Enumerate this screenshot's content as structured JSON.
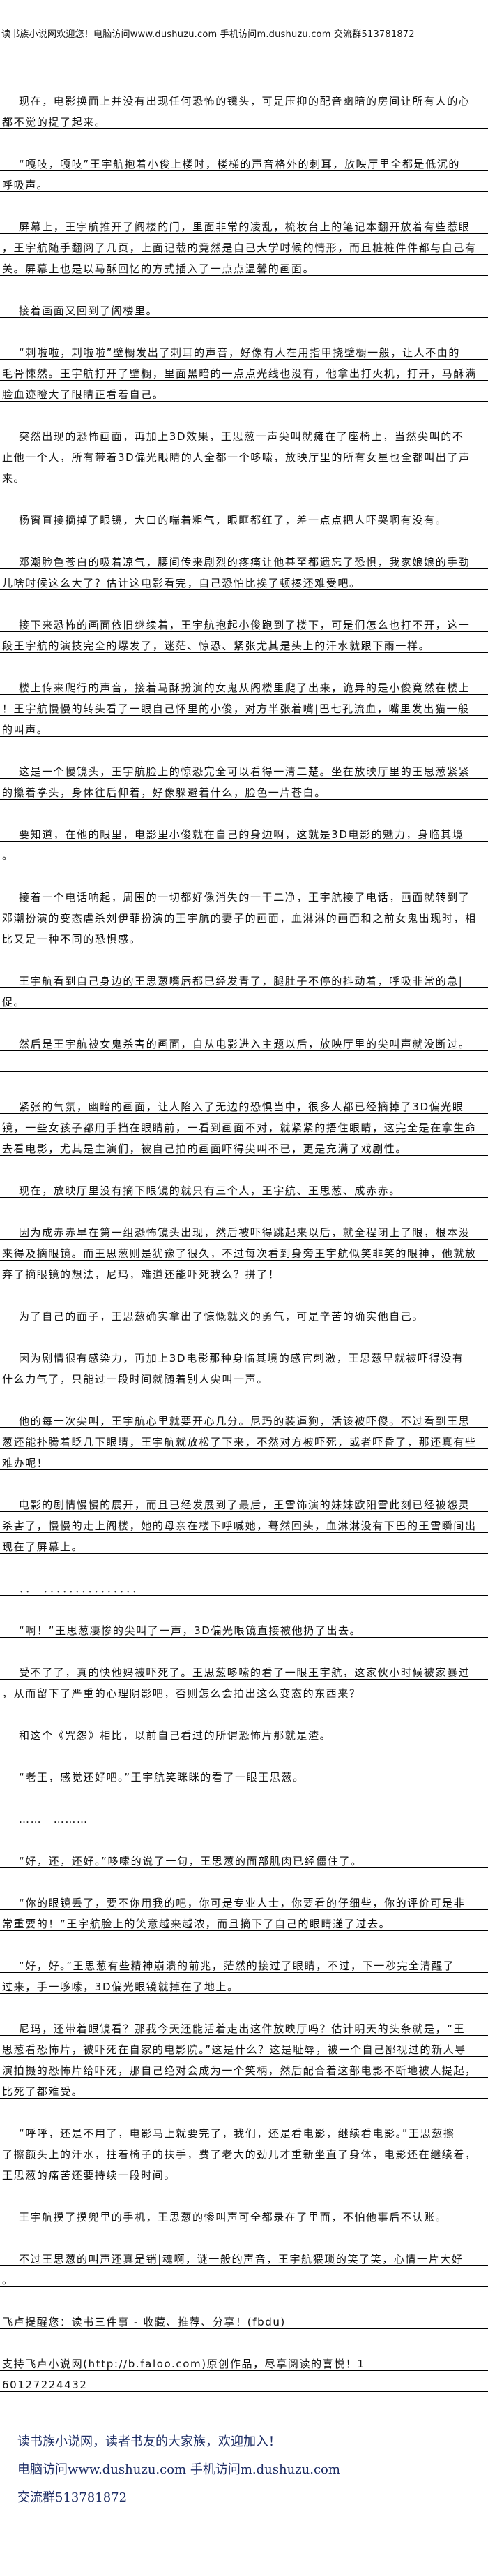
{
  "header": {
    "text": "读书族小说网欢迎您！电脑访问www.dushuzu.com 手机访问m.dushuzu.com 交流群513781872"
  },
  "paragraphs": [
    {
      "indent": true,
      "lines": [
        "现在，电影换面上并没有出现任何恐怖的镜头，可是压抑的配音幽暗的房间让所有人的心",
        "都不觉的提了起来。"
      ]
    },
    {
      "indent": true,
      "lines": [
        "“嘎吱，嘎吱”王宇航抱着小俊上楼时，楼梯的声音格外的刺耳，放映厅里全都是低沉的",
        "呼吸声。"
      ]
    },
    {
      "indent": true,
      "lines": [
        "屏幕上，王宇航推开了阁楼的门，里面非常的凌乱，梳妆台上的笔记本翻开放着有些惹眼",
        "，王宇航随手翻阅了几页，上面记载的竟然是自己大学时候的情形，而且桩桩件件都与自己有",
        "关。屏幕上也是以马酥回忆的方式插入了一点点温馨的画面。"
      ]
    },
    {
      "indent": true,
      "lines": [
        "接着画面又回到了阁楼里。"
      ]
    },
    {
      "indent": true,
      "lines": [
        "“刺啦啦，刺啦啦”壁橱发出了刺耳的声音，好像有人在用指甲挠壁橱一般，让人不由的",
        "毛骨悚然。王宇航打开了壁橱，里面黑暗的一点点光线也没有，他拿出打火机，打开，马酥满",
        "脸血迹瞪大了眼睛正看着自己。"
      ]
    },
    {
      "indent": true,
      "lines": [
        "突然出现的恐怖画面，再加上3D效果，王思葱一声尖叫就瘫在了座椅上，当然尖叫的不",
        "止他一个人，所有带着3D偏光眼睛的人全都一个哆嗦，放映厅里的所有女星也全都叫出了声",
        "来。"
      ]
    },
    {
      "indent": true,
      "lines": [
        "杨窗直接摘掉了眼镜，大口的喘着粗气，眼眶都红了，差一点点把人吓哭啊有没有。"
      ]
    },
    {
      "indent": true,
      "lines": [
        "邓潮脸色苍白的吸着凉气，腰间传来剧烈的疼痛让他甚至都遗忘了恐惧，我家娘娘的手劲",
        "儿啥时候这么大了？估计这电影看完，自己恐怕比挨了顿揍还难受吧。"
      ]
    },
    {
      "indent": true,
      "lines": [
        "接下来恐怖的画面依旧继续着，王宇航抱起小俊跑到了楼下，可是们怎么也打不开，这一",
        "段王宇航的演技完全的爆发了，迷茫、惊恐、紧张尤其是头上的汗水就跟下雨一样。"
      ]
    },
    {
      "indent": true,
      "lines": [
        "楼上传来爬行的声音，接着马酥扮演的女鬼从阁楼里爬了出来，诡异的是小俊竟然在楼上",
        "！王宇航慢慢的转头看了一眼自己怀里的小俊，对方半张着嘴|巴七孔流血，嘴里发出猫一般",
        "的叫声。"
      ]
    },
    {
      "indent": true,
      "lines": [
        "这是一个慢镜头，王宇航脸上的惊恐完全可以看得一清二楚。坐在放映厅里的王思葱紧紧",
        "的攥着拳头，身体往后仰着，好像躲避着什么，脸色一片苍白。"
      ]
    },
    {
      "indent": true,
      "lines": [
        "要知道，在他的眼里，电影里小俊就在自己的身边啊，这就是3D电影的魅力，身临其境",
        "。"
      ]
    },
    {
      "indent": true,
      "lines": [
        "接着一个电话响起，周围的一切都好像消失的一干二净，王宇航接了电话，画面就转到了",
        "邓潮扮演的变态虐杀刘伊菲扮演的王宇航的妻子的画面，血淋淋的画面和之前女鬼出现时，相",
        "比又是一种不同的恐惧感。"
      ]
    },
    {
      "indent": true,
      "lines": [
        "王宇航看到自己身边的王思葱嘴唇都已经发青了，腿肚子不停的抖动着，呼吸非常的急|",
        "促。"
      ]
    },
    {
      "indent": true,
      "lines": [
        "然后是王宇航被女鬼杀害的画面，自从电影进入主题以后，放映厅里的尖叫声就没断过。",
        ""
      ]
    },
    {
      "indent": true,
      "lines": [
        "紧张的气氛，幽暗的画面，让人陷入了无边的恐惧当中，很多人都已经摘掉了3D偏光眼",
        "镜，一些女孩子都用手挡在眼睛前，一看到画面不对，就紧紧的捂住眼睛，这完全是在拿生命",
        "去看电影，尤其是主演们，被自己拍的画面吓得尖叫不已，更是充满了戏剧性。"
      ]
    },
    {
      "indent": true,
      "lines": [
        "现在，放映厅里没有摘下眼镜的就只有三个人，王宇航、王思葱、成赤赤。"
      ]
    },
    {
      "indent": true,
      "lines": [
        "因为成赤赤早在第一组恐怖镜头出现，然后被吓得跳起来以后，就全程闭上了眼，根本没",
        "来得及摘眼镜。而王思葱则是犹豫了很久，不过每次看到身旁王宇航似笑非笑的眼神，他就放",
        "弃了摘眼镜的想法，尼玛，难道还能吓死我么？拼了！"
      ]
    },
    {
      "indent": true,
      "lines": [
        "为了自己的面子，王思葱确实拿出了慷慨就义的勇气，可是辛苦的确实他自己。"
      ]
    },
    {
      "indent": true,
      "lines": [
        "因为剧情很有感染力，再加上3D电影那种身临其境的感官刺激，王思葱早就被吓得没有",
        "什么力气了，只能过一段时间就随着别人尖叫一声。"
      ]
    },
    {
      "indent": true,
      "lines": [
        "他的每一次尖叫，王宇航心里就要开心几分。尼玛的装逼狗，活该被吓傻。不过看到王思",
        "葱还能扑腾着眨几下眼睛，王宇航就放松了下来，不然对方被吓死，或者吓昏了，那还真有些",
        "难办呢！"
      ]
    },
    {
      "indent": true,
      "lines": [
        "电影的剧情慢慢的展开，而且已经发展到了最后，王雪饰演的妹妹欧阳雪此刻已经被怨灵",
        "杀害了，慢慢的走上阁楼，她的母亲在楼下呼喊她，蓦然回头，血淋淋没有下巴的王雪瞬间出",
        "现在了屏幕上。"
      ]
    },
    {
      "indent": true,
      "lines": [
        "．．　．．．．．．．．．．．．．．．"
      ]
    },
    {
      "indent": true,
      "lines": [
        "“啊！”王思葱凄惨的尖叫了一声，3D偏光眼镜直接被他扔了出去。"
      ]
    },
    {
      "indent": true,
      "lines": [
        "受不了了，真的快他妈被吓死了。王思葱哆嗦的看了一眼王宇航，这家伙小时候被家暴过",
        "，从而留下了严重的心理阴影吧，否则怎么会拍出这么变态的东西来？"
      ]
    },
    {
      "indent": true,
      "lines": [
        "和这个《咒怨》相比，以前自己看过的所谓恐怖片那就是渣。"
      ]
    },
    {
      "indent": true,
      "lines": [
        "“老王，感觉还好吧。”王宇航笑眯眯的看了一眼王思葱。"
      ]
    },
    {
      "indent": true,
      "lines": [
        "……　………"
      ]
    },
    {
      "indent": true,
      "lines": [
        "“好，还，还好。”哆嗦的说了一句，王思葱的面部肌肉已经僵住了。"
      ]
    },
    {
      "indent": true,
      "lines": [
        "“你的眼镜丢了，要不你用我的吧，你可是专业人士，你要看的仔细些，你的评价可是非",
        "常重要的！”王宇航脸上的笑意越来越浓，而且摘下了自己的眼睛递了过去。"
      ]
    },
    {
      "indent": true,
      "lines": [
        "“好，好。”王思葱有些精神崩溃的前兆，茫然的接过了眼睛，不过，下一秒完全清醒了",
        "过来，手一哆嗦，3D偏光眼镜就掉在了地上。"
      ]
    },
    {
      "indent": true,
      "lines": [
        "尼玛，还带着眼镜看？那我今天还能活着走出这件放映厅吗？估计明天的头条就是，“王",
        "思葱看恐怖片，被吓死在自家的电影院。”这是什么？这是耻辱，被一个自己鄙视过的新人导",
        "演拍摄的恐怖片给吓死，那自己绝对会成为一个笑柄，然后配合着这部电影不断地被人提起，",
        "比死了都难受。"
      ]
    },
    {
      "indent": true,
      "lines": [
        "“呼呼，还是不用了，电影马上就要完了，我们，还是看电影，继续看电影。”王思葱擦",
        "了擦额头上的汗水，拄着椅子的扶手，费了老大的劲儿才重新坐直了身体，电影还在继续着，",
        "王思葱的痛苦还要持续一段时间。"
      ]
    },
    {
      "indent": true,
      "lines": [
        "王宇航摸了摸兜里的手机，王思葱的惨叫声可全都录在了里面，不怕他事后不认账。"
      ]
    },
    {
      "indent": true,
      "lines": [
        "不过王思葱的叫声还真是销|魂啊，谜一般的声音，王宇航猥琐的笑了笑，心情一片大好",
        "。"
      ]
    },
    {
      "indent": false,
      "lines": [
        "飞卢提醒您：读书三件事 - 收藏、推荐、分享！(fbdu)"
      ]
    },
    {
      "indent": false,
      "lines": [
        "支持飞卢小说网(http://b.faloo.com)原创作品，尽享阅读的喜悦！1",
        "60127224432"
      ]
    }
  ],
  "footer": {
    "line1": "读书族小说网，读者书友的大家族，欢迎加入！",
    "line2": "电脑访问www.dushuzu.com 手机访问m.dushuzu.com",
    "line3": "交流群513781872"
  }
}
